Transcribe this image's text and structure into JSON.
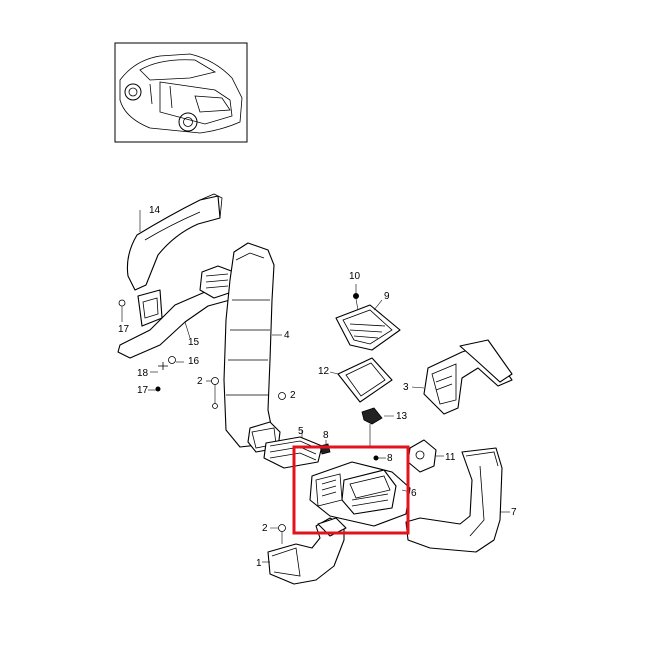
{
  "diagram": {
    "callouts": {
      "c1": "1",
      "c2a": "2",
      "c2b": "2",
      "c2c": "2",
      "c3": "3",
      "c4": "4",
      "c5": "5",
      "c6": "6",
      "c7": "7",
      "c8a": "8",
      "c8b": "8",
      "c9": "9",
      "c10": "10",
      "c11": "11",
      "c12": "12",
      "c13": "13",
      "c14": "14",
      "c15": "15",
      "c16": "16",
      "c17a": "17",
      "c17b": "17",
      "c18": "18"
    },
    "highlight_color": "#e3121b",
    "line_color": "#000000"
  }
}
